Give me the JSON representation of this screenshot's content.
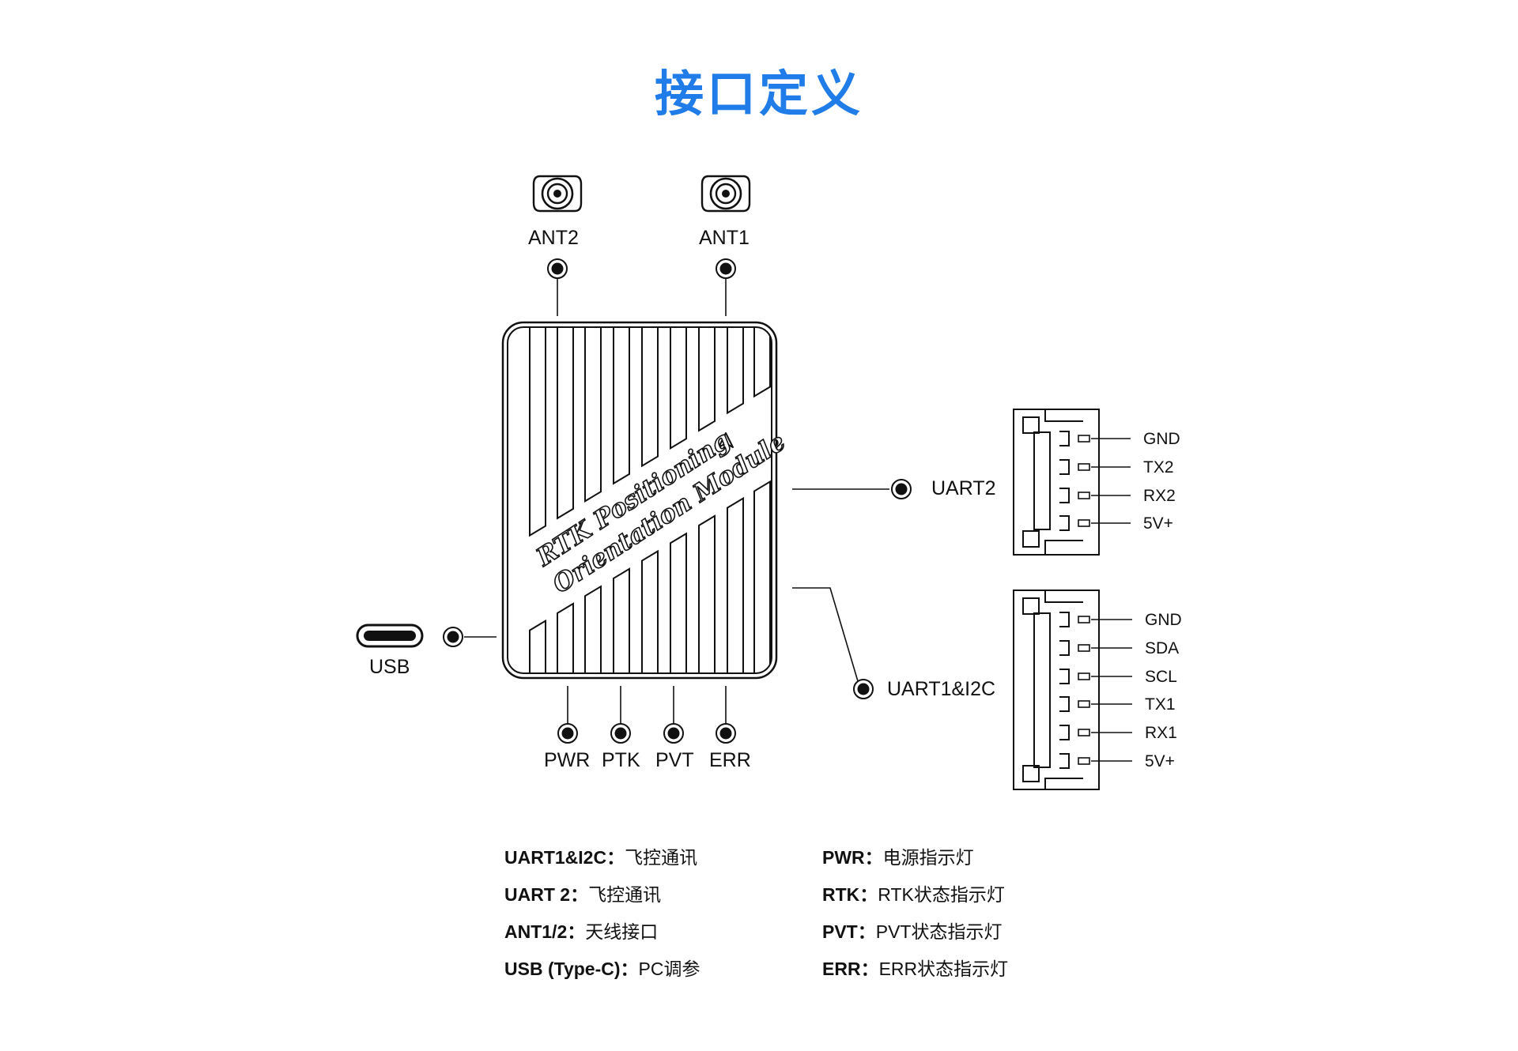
{
  "title": "接口定义",
  "module": {
    "line1": "RTK Positioning",
    "line2": "Orientation Module"
  },
  "ports": {
    "ant2": "ANT2",
    "ant1": "ANT1",
    "uart2": "UART2",
    "uart1_i2c": "UART1&I2C",
    "usb": "USB",
    "pwr": "PWR",
    "ptk": "PTK",
    "pvt": "PVT",
    "err": "ERR"
  },
  "uart2_pins": [
    "GND",
    "TX2",
    "RX2",
    "5V+"
  ],
  "uart1_pins": [
    "GND",
    "SDA",
    "SCL",
    "TX1",
    "RX1",
    "5V+"
  ],
  "legend": {
    "left": [
      {
        "key": "UART1&I2C",
        "value": "飞控通讯"
      },
      {
        "key": "UART 2",
        "value": "飞控通讯"
      },
      {
        "key": "ANT1/2",
        "value": "天线接口"
      },
      {
        "key": "USB (Type-C)",
        "value": "PC调参"
      }
    ],
    "right": [
      {
        "key": "PWR",
        "value": "电源指示灯"
      },
      {
        "key": "RTK",
        "value": "RTK状态指示灯"
      },
      {
        "key": "PVT",
        "value": "PVT状态指示灯"
      },
      {
        "key": "ERR",
        "value": "ERR状态指示灯"
      }
    ],
    "separator": "："
  },
  "colors": {
    "title": "#1f7ce8",
    "line": "#111111",
    "background": "#ffffff"
  },
  "icons": {
    "antenna": "sma-connector-icon",
    "usb": "usb-c-port-icon",
    "dot": "port-marker-icon",
    "logo": "arrow-logo-icon"
  }
}
